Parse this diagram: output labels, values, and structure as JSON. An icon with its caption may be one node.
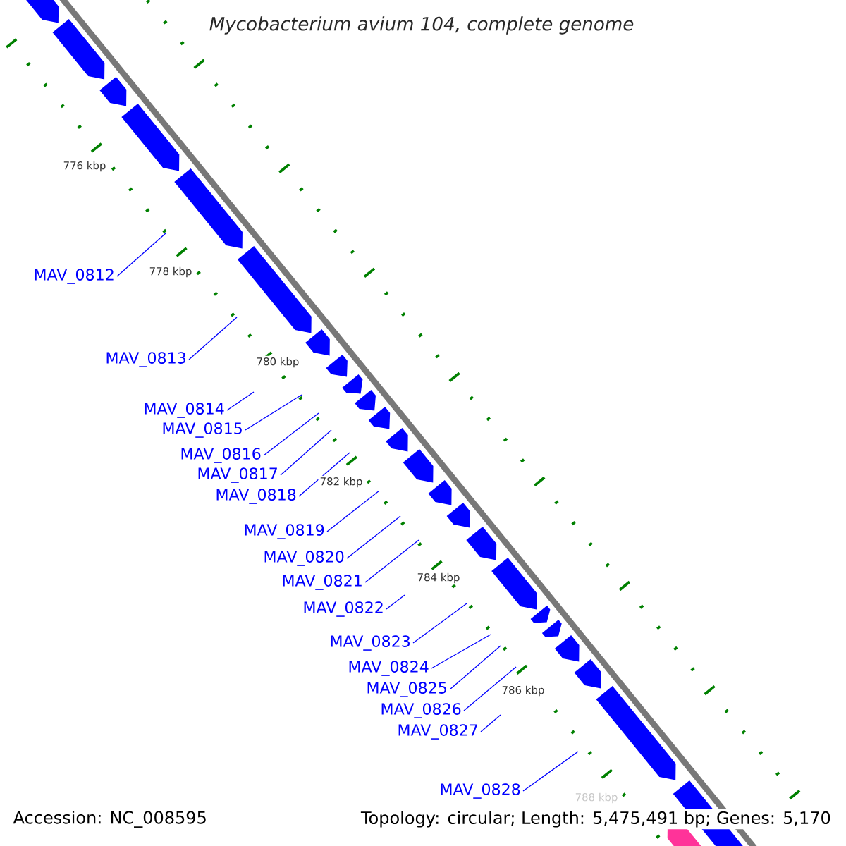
{
  "diagram": {
    "title": "Mycobacterium avium 104, complete genome",
    "nodes": [
      {
        "text": [
          "MAV_0812"
        ]
      },
      {
        "text": [
          "MAV_0813"
        ]
      },
      {
        "text": [
          "MAV_0814"
        ]
      },
      {
        "text": [
          "MAV_0815"
        ]
      },
      {
        "text": [
          "MAV_0816"
        ]
      },
      {
        "text": [
          "MAV_0817"
        ]
      },
      {
        "text": [
          "MAV_0818"
        ]
      },
      {
        "text": [
          "MAV_0819"
        ]
      },
      {
        "text": [
          "MAV_0820"
        ]
      },
      {
        "text": [
          "MAV_0821"
        ]
      },
      {
        "text": [
          "MAV_0822"
        ]
      },
      {
        "text": [
          "MAV_0823"
        ]
      },
      {
        "text": [
          "MAV_0824"
        ]
      },
      {
        "text": [
          "MAV_0825"
        ]
      },
      {
        "text": [
          "MAV_0826"
        ]
      },
      {
        "text": [
          "MAV_0827"
        ]
      },
      {
        "text": [
          "MAV_0828"
        ]
      }
    ],
    "edges": [
      {
        "from": 0,
        "to": null,
        "arrow": "none"
      },
      {
        "from": 1,
        "to": null,
        "arrow": "none"
      },
      {
        "from": 2,
        "to": null,
        "arrow": "none"
      },
      {
        "from": 3,
        "to": null,
        "arrow": "none"
      },
      {
        "from": 4,
        "to": null,
        "arrow": "none"
      },
      {
        "from": 5,
        "to": null,
        "arrow": "none"
      },
      {
        "from": 6,
        "to": null,
        "arrow": "none"
      },
      {
        "from": 7,
        "to": null,
        "arrow": "none"
      },
      {
        "from": 8,
        "to": null,
        "arrow": "none"
      },
      {
        "from": 9,
        "to": null,
        "arrow": "none"
      },
      {
        "from": 10,
        "to": null,
        "arrow": "none"
      },
      {
        "from": 11,
        "to": null,
        "arrow": "none"
      },
      {
        "from": 12,
        "to": null,
        "arrow": "none"
      },
      {
        "from": 13,
        "to": null,
        "arrow": "none"
      },
      {
        "from": 14,
        "to": null,
        "arrow": "none"
      },
      {
        "from": 15,
        "to": null,
        "arrow": "none"
      },
      {
        "from": 16,
        "to": null,
        "arrow": "none"
      }
    ],
    "labels": [
      "776 kbp",
      "778 kbp",
      "780 kbp",
      "782 kbp",
      "784 kbp",
      "786 kbp",
      "788 kbp",
      "Accession: NC_008595",
      "Topology: circular; Length: 5,475,491 bp; Genes: 5,170"
    ]
  }
}
